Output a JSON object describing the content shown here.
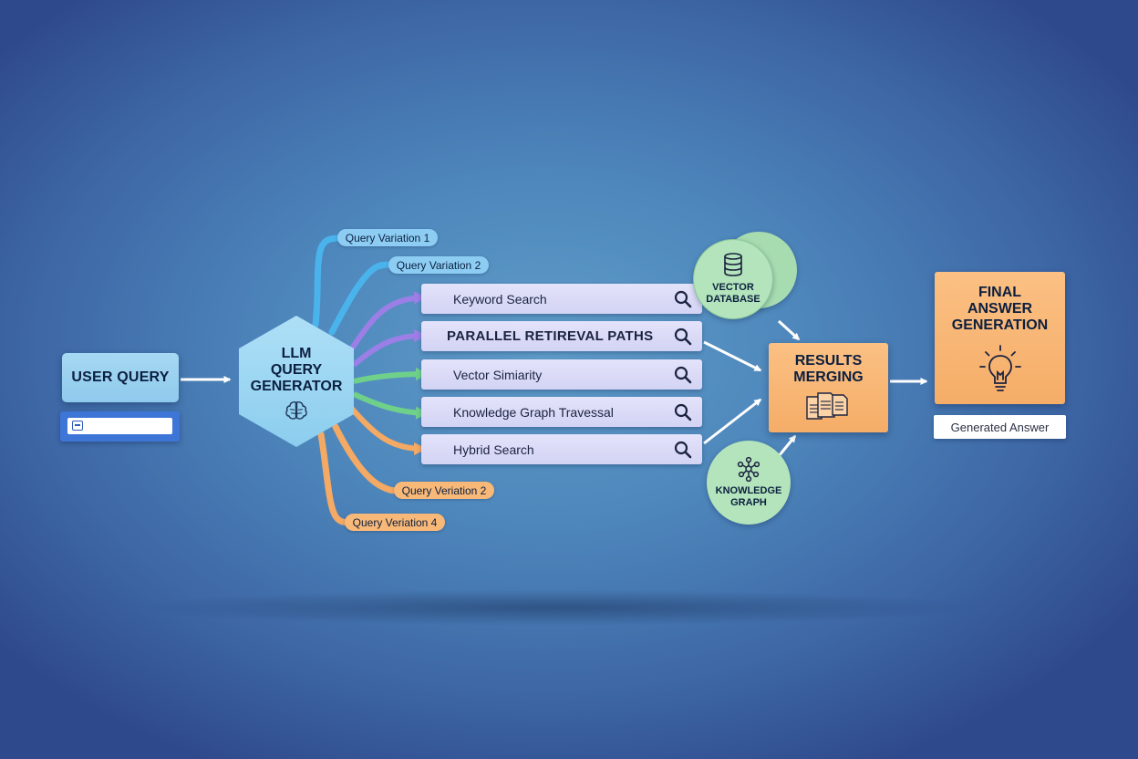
{
  "user_query": {
    "label": "USER QUERY"
  },
  "generator": {
    "lines": [
      "LLM",
      "QUERY",
      "GENERATOR"
    ]
  },
  "variations": {
    "v1": "Query Variation 1",
    "v2": "Query Variation 2",
    "v3": "Query Veriation 2",
    "v4": "Query Veriation 4"
  },
  "retrieval": {
    "paths_title": "PARALLEL RETIREVAL PATHS",
    "keyword": "Keyword Search",
    "vector": "Vector Simiarity",
    "knowledge": "Knowledge Graph Travessal",
    "hybrid": "Hybrid Search"
  },
  "sources": {
    "vector_db": [
      "VECTOR",
      "DATABASE"
    ],
    "knowledge_graph": [
      "KNOWLEDGE",
      "GRAPH"
    ]
  },
  "merging": {
    "lines": [
      "RESULTS",
      "MERGING"
    ]
  },
  "final": {
    "lines": [
      "FINAL",
      "ANSWER",
      "GENERATION"
    ],
    "answer": "Generated Answer"
  },
  "colors": {
    "blue_link": "#4ab3ec",
    "purple_link": "#9b7fe6",
    "green_link": "#6fd08a",
    "orange_link": "#f4a964",
    "node_blue": "#a6d9f3",
    "node_orange": "#f7b472",
    "node_green": "#b3e4bb",
    "bar_lavender": "#dadaf7",
    "background": "#4d86bb"
  },
  "icons": {
    "input": "input-box-icon",
    "generator": "brain-icon",
    "search": "search-icon",
    "vector_db": "database-icon",
    "knowledge_graph": "network-graph-icon",
    "merging": "documents-icon",
    "final": "lightbulb-icon"
  }
}
